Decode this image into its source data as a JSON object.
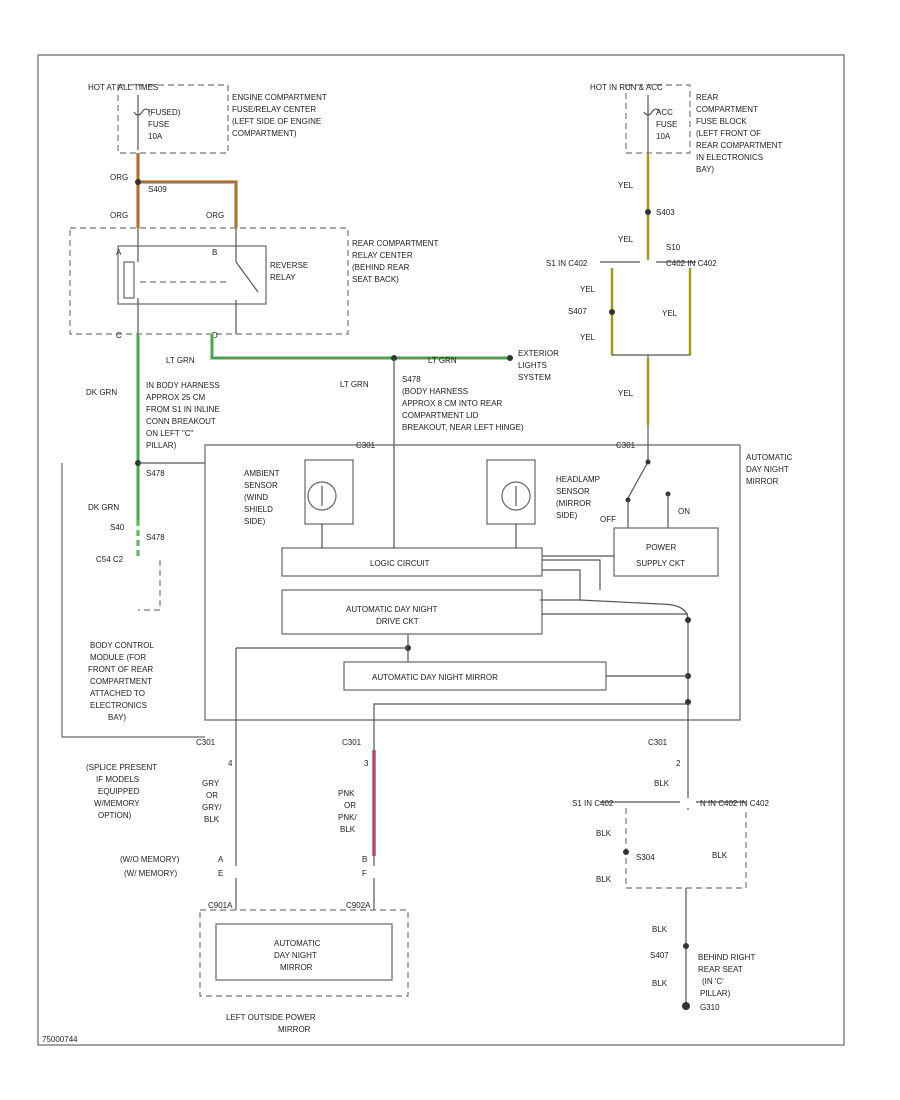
{
  "colors": {
    "orange": "#f0a860",
    "yellow": "#f6f07a",
    "green": "#88e888",
    "pink": "#f06898",
    "wire": "#555555"
  },
  "labels": {
    "hot_at_all_times": "HOT AT ALL TIMES",
    "hot_in_run": "HOT IN RUN & ACC",
    "engine_fuse_text": [
      "ENGINE COMPARTMENT",
      "FUSE/RELAY CENTER",
      "(LEFT SIDE OF ENGINE",
      "COMPARTMENT)"
    ],
    "fused_fuse": [
      "(FUSED)",
      "FUSE",
      "10A"
    ],
    "rear_fuse_text": [
      "REAR",
      "COMPARTMENT",
      "FUSE BLOCK",
      "(LEFT FRONT OF",
      "REAR COMPARTMENT",
      "IN ELECTRONICS",
      "BAY)"
    ],
    "acc_fuse": [
      "ACC",
      "FUSE",
      "10A"
    ],
    "org_1": "ORG",
    "s409": "S409",
    "org_2": "ORG",
    "org_3": "ORG",
    "rear_relay_text": [
      "REAR COMPARTMENT",
      "RELAY CENTER",
      "(BEHIND REAR",
      "SEAT BACK)"
    ],
    "reverse_relay": [
      "REVERSE",
      "RELAY"
    ],
    "relay_pin_a": "A",
    "relay_pin_b": "B",
    "relay_pin_c": "C",
    "relay_pin_d": "D",
    "lt_grn_1": "LT GRN",
    "lt_grn_2": "LT GRN",
    "lt_grn_3": "LT GRN",
    "exterior_lights": [
      "EXTERIOR",
      "LIGHTS",
      "SYSTEM"
    ],
    "dk_grn_1": "DK GRN",
    "body_harness_1": [
      "IN BODY HARNESS",
      "APPROX 25 CM",
      "FROM S1 IN INLINE",
      "CONN BREAKOUT",
      "ON LEFT \"C\"",
      "PILLAR)"
    ],
    "s478": "S478",
    "s478_text": [
      "S478",
      "(BODY HARNESS",
      "APPROX 8 CM INTO REAR",
      "COMPARTMENT LID",
      "BREAKOUT, NEAR LEFT HINGE)"
    ],
    "yel_1": "YEL",
    "s403": "S403",
    "yel_2": "YEL",
    "s410": "S10",
    "c402_left": "S1 IN C402",
    "c402_right": "C402 IN C402",
    "yel_3": "YEL",
    "s407": "S407",
    "yel_4": "YEL",
    "yel_5": "YEL",
    "yel_6": "YEL",
    "c301_1": "C301",
    "c301_2": "C301",
    "auto_mirror_title": [
      "AUTOMATIC",
      "DAY NIGHT",
      "MIRROR"
    ],
    "ambient_sensor": [
      "AMBIENT",
      "SENSOR",
      "(WIND",
      "SHIELD",
      "SIDE)"
    ],
    "headlamp_sensor": [
      "HEADLAMP",
      "SENSOR",
      "(MIRROR",
      "SIDE)"
    ],
    "off": "OFF",
    "on": "ON",
    "logic_circuit": "LOGIC CIRCUIT",
    "power_supply": [
      "POWER",
      "SUPPLY CKT"
    ],
    "auto_drive": [
      "AUTOMATIC DAY NIGHT",
      "DRIVE CKT"
    ],
    "auto_mirror_inner": "AUTOMATIC DAY NIGHT MIRROR",
    "dk_grn_2": "DK GRN",
    "s40": "S40",
    "s478_b": "S478",
    "c402_c2": "C54 C2",
    "bcm_text": [
      "BODY CONTROL",
      "MODULE (FOR",
      "FRONT OF REAR",
      "COMPARTMENT",
      "ATTACHED TO",
      "ELECTRONICS",
      "BAY)"
    ],
    "splice_text": [
      "(SPLICE PRESENT",
      "IF MODELS",
      "EQUIPPED",
      "W/MEMORY",
      "OPTION)"
    ],
    "c301_3": "C301",
    "c301_4": "C301",
    "c301_5": "C301",
    "pin_4": "4",
    "pin_3": "3",
    "pin_2": "2",
    "gry_text": [
      "GRY",
      "OR",
      "GRY/",
      "BLK"
    ],
    "pnk_text": [
      "PNK",
      "OR",
      "PNK/",
      "BLK"
    ],
    "memory_text": [
      "(W/O MEMORY)",
      "(W/ MEMORY)"
    ],
    "pin_a_e": [
      "A",
      "E"
    ],
    "pin_b_f": [
      "B",
      "F"
    ],
    "c901a": "C901A",
    "c902a": "C902A",
    "left_mirror_inner": [
      "AUTOMATIC",
      "DAY NIGHT",
      "MIRROR"
    ],
    "left_mirror_caption": [
      "LEFT OUTSIDE POWER",
      "MIRROR"
    ],
    "blk_1": "BLK",
    "c402_left_2": "S1 IN C402",
    "c402_right_2": "N IN C402 IN C402",
    "blk_2": "BLK",
    "s304": "S304",
    "blk_3": "BLK",
    "blk_4": "BLK",
    "blk_5": "BLK",
    "s407_b": "S407",
    "blk_6": "BLK",
    "ground_text": [
      "BEHIND RIGHT",
      "REAR SEAT",
      "(IN 'C'",
      "PILLAR)",
      "G310"
    ],
    "figure_id": "75000744"
  }
}
